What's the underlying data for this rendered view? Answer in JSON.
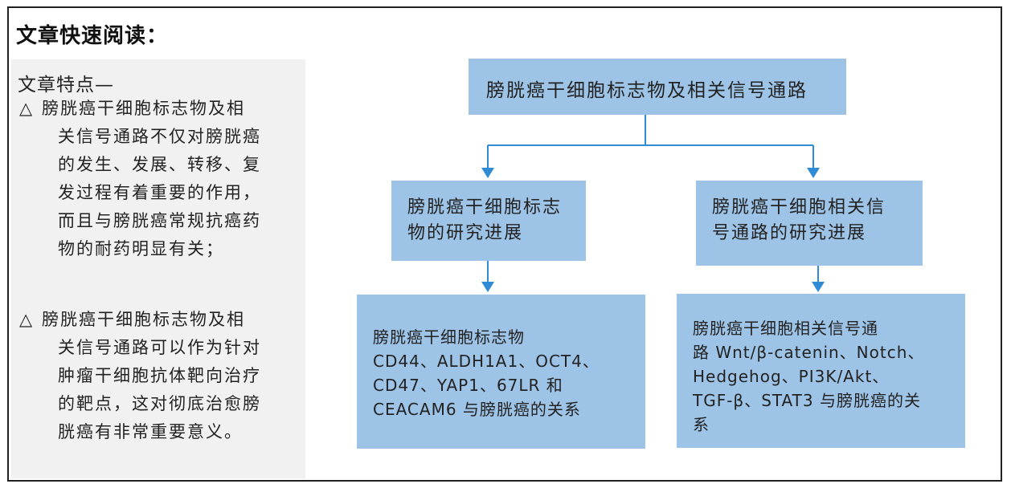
{
  "header": {
    "title": "文章快速阅读："
  },
  "sidebar": {
    "heading": "文章特点—",
    "bullets": [
      {
        "mark": "△",
        "lines": [
          "膀胱癌干细胞标志物及相",
          "关信号通路不仅对膀胱癌",
          "的发生、发展、转移、复",
          "发过程有着重要的作用，",
          "而且与膀胱癌常规抗癌药",
          "物的耐药明显有关；"
        ]
      },
      {
        "mark": "△",
        "lines": [
          "膀胱癌干细胞标志物及相",
          "关信号通路可以作为针对",
          "肿瘤干细胞抗体靶向治疗",
          "的靶点，这对彻底治愈膀",
          "胱癌有非常重要意义。"
        ]
      }
    ]
  },
  "diagram": {
    "root": "膀胱癌干细胞标志物及相关信号通路",
    "left_branch": [
      "膀胱癌干细胞标志",
      "物的研究进展"
    ],
    "right_branch": [
      "膀胱癌干细胞相关信",
      "号通路的研究进展"
    ],
    "left_detail": [
      "膀胱癌干细胞标志物",
      "CD44、ALDH1A1、OCT4、",
      "CD47、YAP1、67LR 和",
      "CEACAM6 与膀胱癌的关系"
    ],
    "right_detail": [
      "膀胱癌干细胞相关信号通",
      "路 Wnt/β-catenin、Notch、",
      "Hedgehog、PI3K/Akt、",
      "TGF-β、STAT3 与膀胱癌的关",
      "系"
    ],
    "colors": {
      "box_fill": "#9dc3e6",
      "connector": "#2e8bd4"
    }
  }
}
